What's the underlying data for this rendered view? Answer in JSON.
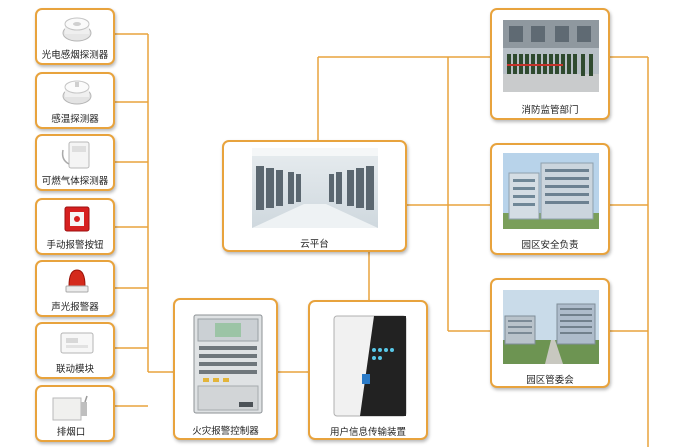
{
  "colors": {
    "frame": "#e8a33d",
    "line": "#e8a33d"
  },
  "devices": [
    {
      "label": "光电感烟探测器",
      "icon": "smoke-detector-icon"
    },
    {
      "label": "感温探测器",
      "icon": "heat-detector-icon"
    },
    {
      "label": "可燃气体探测器",
      "icon": "gas-detector-icon"
    },
    {
      "label": "手动报警按钮",
      "icon": "manual-call-point-icon"
    },
    {
      "label": "声光报警器",
      "icon": "strobe-siren-icon"
    },
    {
      "label": "联动模块",
      "icon": "linkage-module-icon"
    },
    {
      "label": "排烟口",
      "icon": "smoke-vent-icon"
    }
  ],
  "controller": {
    "label": "火灾报警控制器"
  },
  "transmitter": {
    "label": "用户信息传输装置"
  },
  "cloud": {
    "label": "云平台"
  },
  "stakeholders": [
    {
      "label": "消防监管部门"
    },
    {
      "label": "园区安全负责"
    },
    {
      "label": "园区管委会"
    }
  ]
}
